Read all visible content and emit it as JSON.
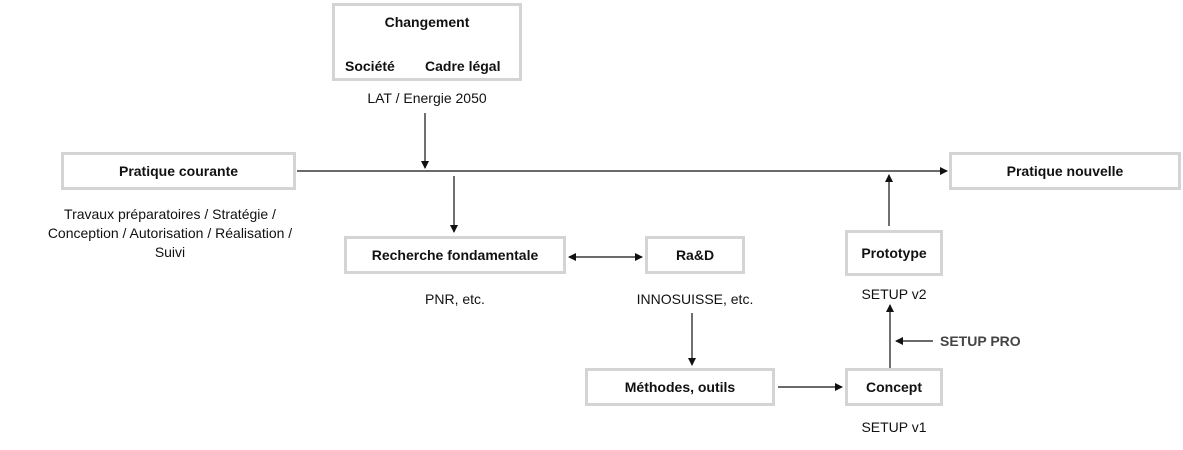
{
  "change": {
    "title": "Changement",
    "left": "Société",
    "right": "Cadre légal",
    "caption": "LAT / Energie 2050"
  },
  "current_practice": {
    "label": "Pratique courante",
    "steps_line1": "Travaux préparatoires / Stratégie /",
    "steps_line2": "Conception / Autorisation / Réalisation /",
    "steps_line3": "Suivi"
  },
  "new_practice": {
    "label": "Pratique nouvelle"
  },
  "research": {
    "label": "Recherche fondamentale",
    "caption": "PNR, etc."
  },
  "rad": {
    "label": "Ra&D",
    "caption": "INNOSUISSE, etc."
  },
  "methods": {
    "label": "Méthodes, outils"
  },
  "concept": {
    "label": "Concept",
    "caption": "SETUP v1"
  },
  "prototype": {
    "label": "Prototype",
    "caption": "SETUP v2"
  },
  "setup_pro": {
    "label": "SETUP PRO"
  }
}
